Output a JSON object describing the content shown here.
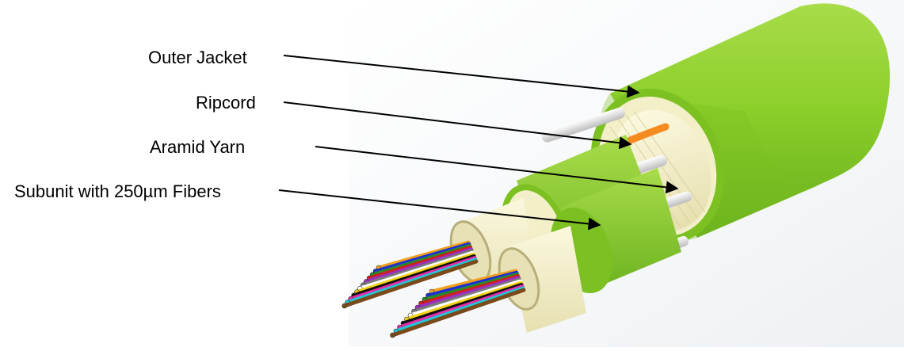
{
  "diagram": {
    "labels": {
      "outer_jacket": "Outer Jacket",
      "ripcord": "Ripcord",
      "aramid_yarn": "Aramid Yarn",
      "subunit": "Subunit with 250µm Fibers"
    },
    "colors": {
      "jacket_green": "#8ccf2a",
      "jacket_dark": "#5fa51a",
      "yarn": "#f3efc8",
      "ripcord": "#f58a1f",
      "rod": "#e9e9e9",
      "fibers": [
        "#f2a21a",
        "#1d2fd6",
        "#2a8a2a",
        "#d01f1f",
        "#9b2fc0",
        "#7a7a7a",
        "#ffffff",
        "#f2d21a",
        "#101010",
        "#e62aa8",
        "#1fc8d6",
        "#7a4a1a"
      ]
    }
  }
}
